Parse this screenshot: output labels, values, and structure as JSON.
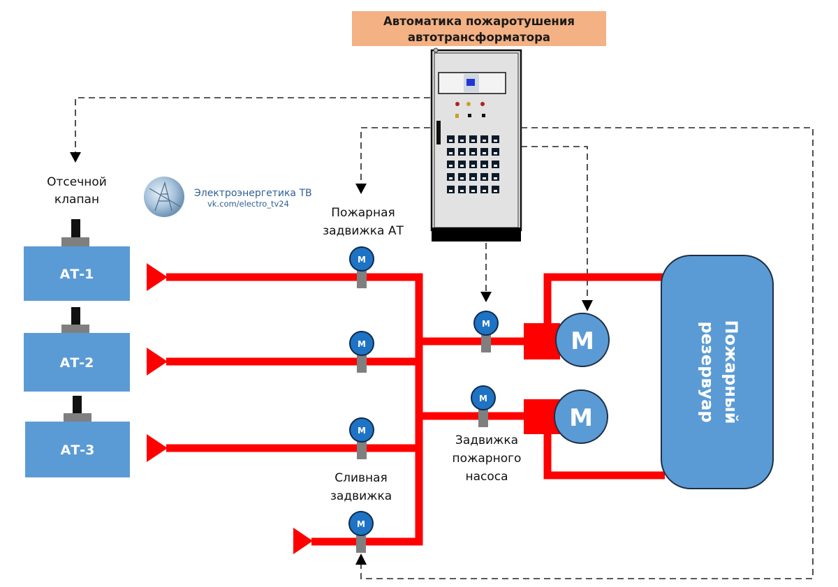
{
  "title": {
    "line1": "Автоматика пожаротушения",
    "line2": "автотрансформатора"
  },
  "watermark": {
    "name": "Электроэнергетика ТВ",
    "url": "vk.com/electro_tv24"
  },
  "labels": {
    "cutoff_valve": [
      "Отсечной",
      "клапан"
    ],
    "fire_valve_at": [
      "Пожарная",
      "задвижка АТ"
    ],
    "drain_valve": [
      "Сливная",
      "задвижка"
    ],
    "pump_valve": [
      "Задвижка",
      "пожарного",
      "насоса"
    ],
    "fire_tank": [
      "Пожарный",
      "резервуар"
    ]
  },
  "transformers": [
    {
      "label": "АТ-1"
    },
    {
      "label": "АТ-2"
    },
    {
      "label": "АТ-3"
    }
  ],
  "valve_motor_symbol": "М",
  "pumps": [
    {
      "label": "М"
    },
    {
      "label": "М"
    }
  ],
  "colors": {
    "pipe": "#ff0000",
    "equipment_blue": "#5b9bd5",
    "valve_blue": "#1f73c4",
    "title_bg": "#f4b183",
    "stem_gray": "#7f7f7f"
  }
}
